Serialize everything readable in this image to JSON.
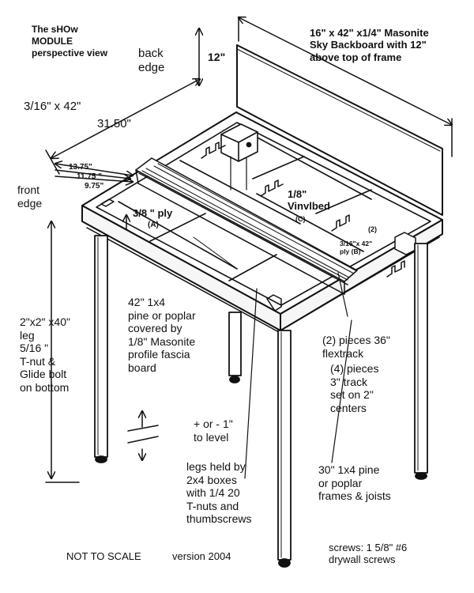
{
  "title": {
    "line1": "The sHOw",
    "line2": "MODULE",
    "line3": "perspective view"
  },
  "labels": {
    "back_edge": "back\nedge",
    "height_12": "12\"",
    "backboard": "16\" x 42\" x1/4\" Masonite\nSky Backboard with 12\"\nabove top of frame",
    "dim_3_16_x_42": "3/16\" x 42\"",
    "dim_31_50": "31.50\"",
    "dim_13_75": "13.75\"",
    "dim_11_75": "11.75 \"",
    "dim_9_75": "9.75\"",
    "front_edge": "front\nedge",
    "ply_3_8": "3/8 \" ply",
    "ply_a": "(A)",
    "vinylbed": "1/8\"\nVinvlbed",
    "vinylbed_c": "(C)",
    "ply_b_count": "(2)",
    "ply_b": "3/16\"x 42\"\nply  (B)",
    "fascia": "42\" 1x4\npine or poplar\ncovered by\n1/8\" Masonite\nprofile fascia\nboard",
    "leg": "2\"x2\" x40\"\nleg\n5/16 \"\nT-nut &\nGlide bolt\non bottom",
    "flextrack": "(2) pieces 36\"\nflextrack",
    "track_pieces": "(4) pieces\n3\" track\nset on 2\"\ncenters",
    "level": "+ or - 1\"\nto level",
    "legs_held": "legs held by\n2x4 boxes\nwith 1/4 20\nT-nuts and\nthumbscrews",
    "frames_joists": "30\" 1x4 pine\nor poplar\nframes & joists",
    "not_to_scale": "NOT TO SCALE",
    "version": "version 2004",
    "screws": "screws: 1 5/8\" #6\ndrywall screws"
  }
}
